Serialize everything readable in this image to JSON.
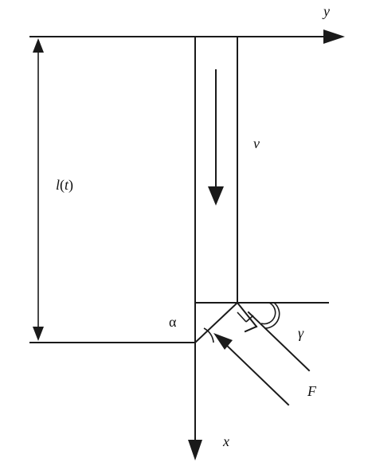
{
  "labels": {
    "y_axis": "y",
    "x_axis": "x",
    "velocity": "v",
    "length_fn": "l",
    "length_paren_open": "(",
    "length_var": "t",
    "length_paren_close": ")",
    "alpha": "α",
    "gamma": "γ",
    "force": "F"
  },
  "colors": {
    "line": "#1a1a1a",
    "text": "#111111",
    "background": "#ffffff"
  }
}
